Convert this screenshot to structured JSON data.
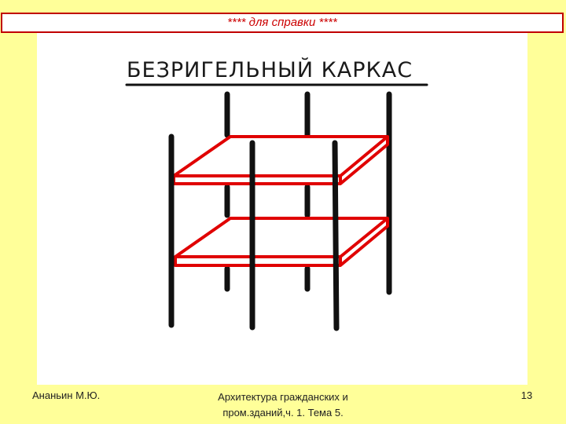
{
  "banner": {
    "text": "****  для справки  ****"
  },
  "drawing": {
    "title": "БЕЗРИГЕЛЬНЫЙ  КАРКАС"
  },
  "footer": {
    "author": "Ананьин М.Ю.",
    "course_line1": "Архитектура гражданских и",
    "course_line2": "пром.зданий,ч. 1. Тема 5.",
    "page_number": "13"
  },
  "colors": {
    "background": "#FFFF99",
    "banner_border": "#C00000",
    "banner_text": "#CC0000",
    "slab_red": "#E00000",
    "column_black": "#111111"
  }
}
